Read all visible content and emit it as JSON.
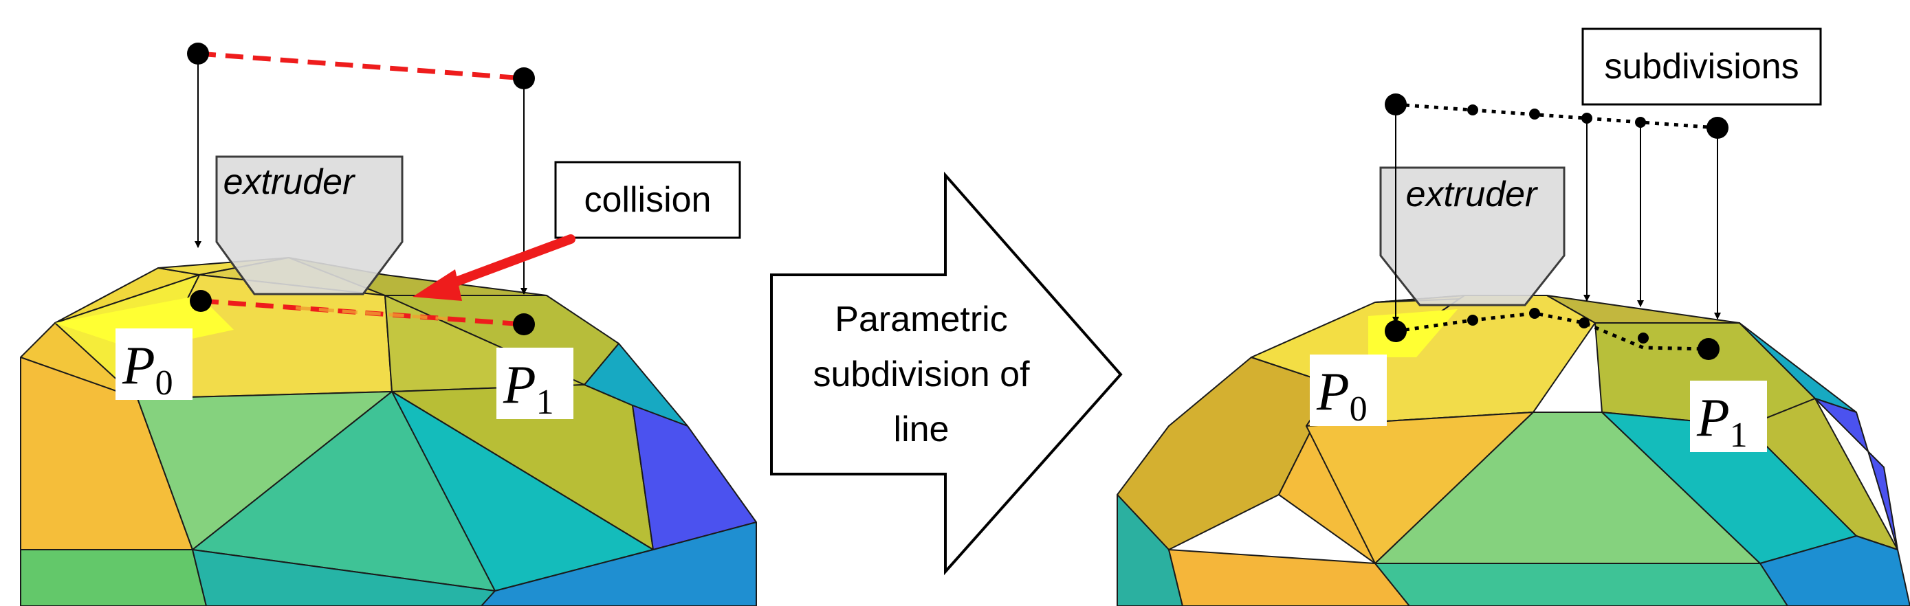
{
  "left_panel": {
    "extruder_label": "extruder",
    "collision_label": "collision",
    "p0": {
      "letter": "P",
      "subscript": "0"
    },
    "p1": {
      "letter": "P",
      "subscript": "1"
    }
  },
  "arrow": {
    "lines": [
      "Parametric",
      "subdivision of",
      "line"
    ]
  },
  "right_panel": {
    "extruder_label": "extruder",
    "subdivisions_label": "subdivisions",
    "p0": {
      "letter": "P",
      "subscript": "0"
    },
    "p1": {
      "letter": "P",
      "subscript": "1"
    }
  },
  "colors": {
    "collision_red": "#ee1c1c",
    "extruder_gray": "#d9d9d9",
    "mesh_yellow": "#f2e232",
    "mesh_orange": "#f6b93b",
    "mesh_olive": "#b9c03a",
    "mesh_green": "#7fd07a",
    "mesh_teal": "#2bbf9e",
    "mesh_cyan": "#12b5c4",
    "mesh_blue": "#4a55f0"
  }
}
